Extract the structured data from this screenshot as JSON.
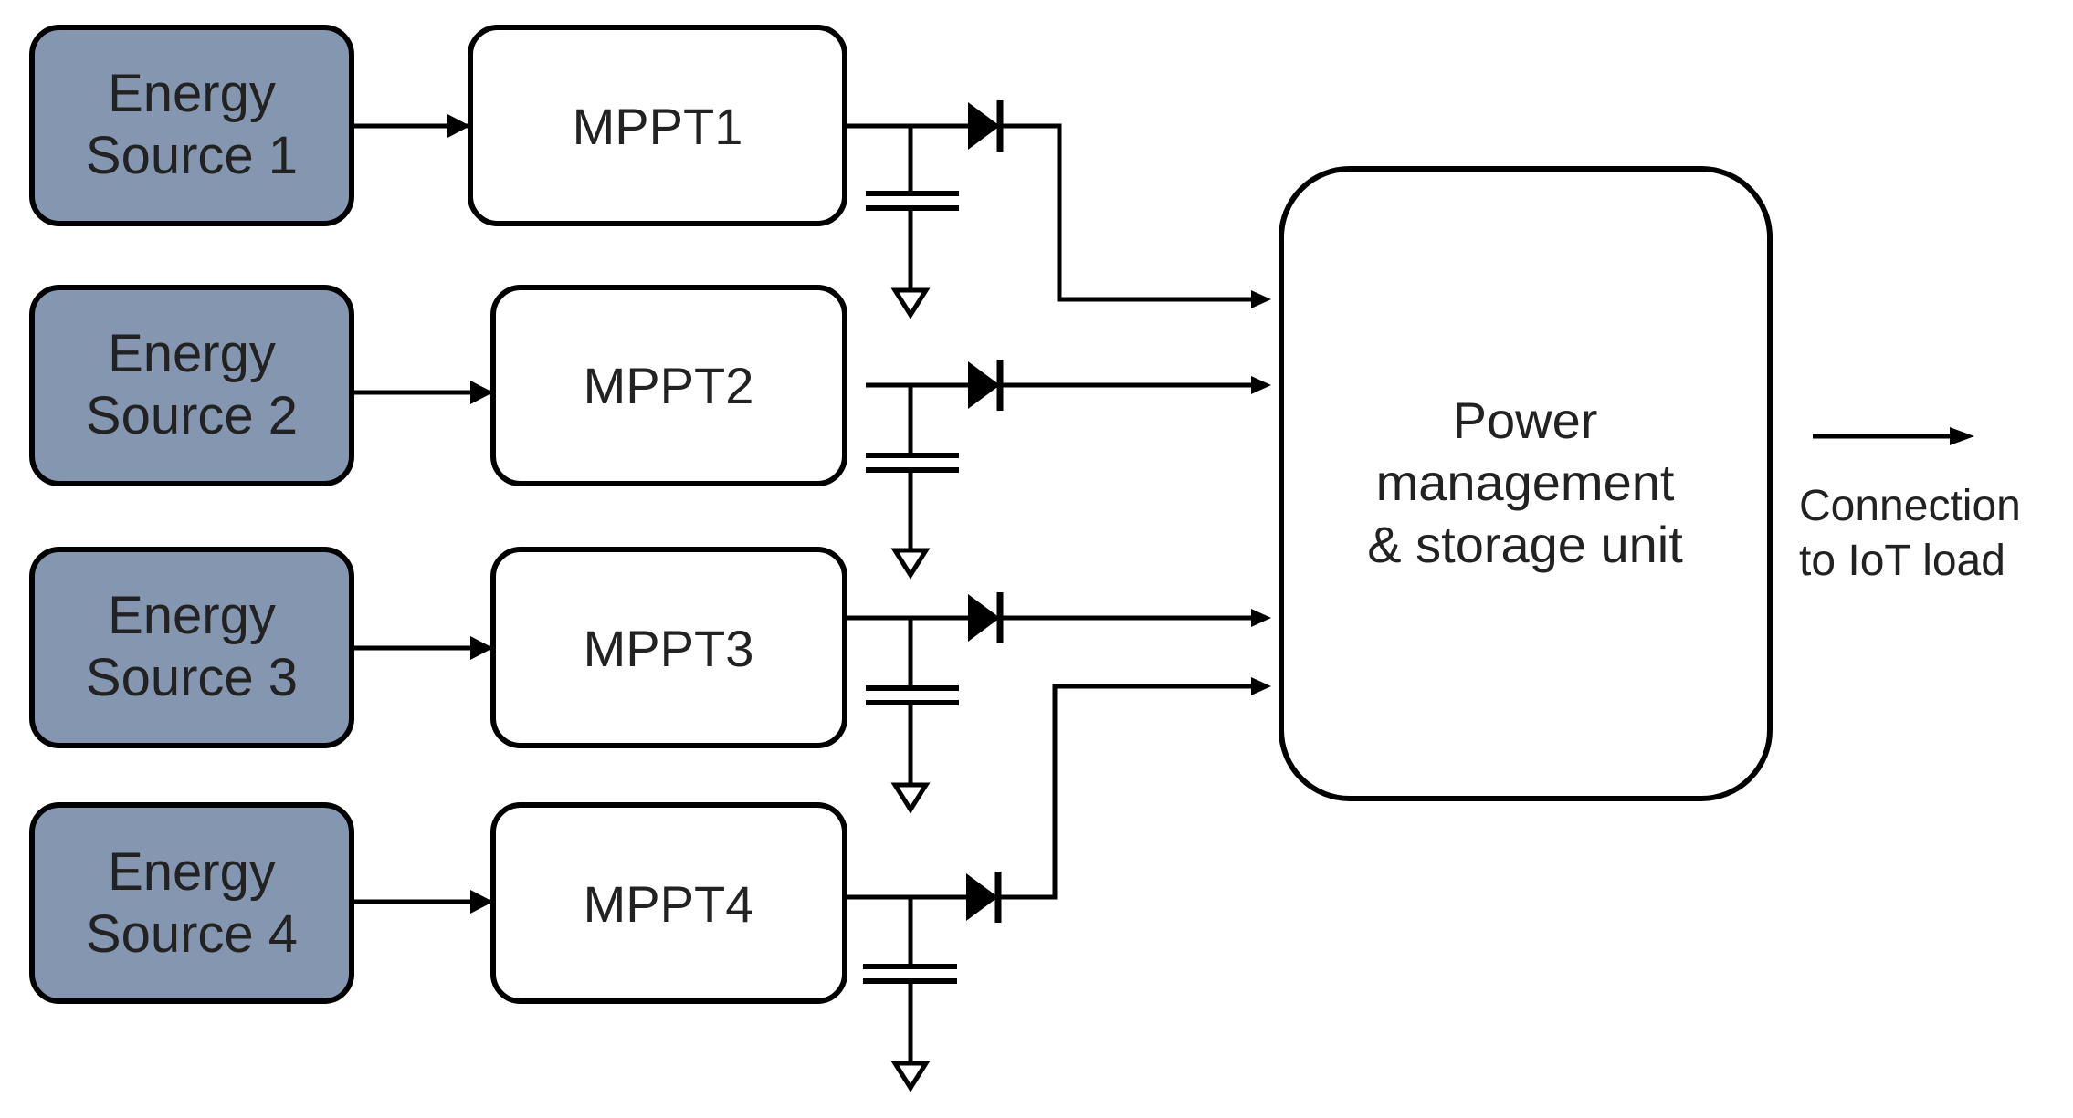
{
  "colors": {
    "source_fill": "#8496b0",
    "block_fill": "#ffffff",
    "stroke": "#000000",
    "text": "#222222"
  },
  "sources": [
    {
      "line1": "Energy",
      "line2": "Source 1"
    },
    {
      "line1": "Energy",
      "line2": "Source 2"
    },
    {
      "line1": "Energy",
      "line2": "Source 3"
    },
    {
      "line1": "Energy",
      "line2": "Source 4"
    }
  ],
  "mppts": [
    {
      "label": "MPPT1"
    },
    {
      "label": "MPPT2"
    },
    {
      "label": "MPPT3"
    },
    {
      "label": "MPPT4"
    }
  ],
  "pmu": {
    "line1": "Power",
    "line2": "management",
    "line3": "& storage unit"
  },
  "output": {
    "line1": "Connection",
    "line2": "to IoT load"
  },
  "icons": {
    "diode": "diode-icon",
    "capacitor": "capacitor-icon",
    "ground": "ground-icon"
  }
}
